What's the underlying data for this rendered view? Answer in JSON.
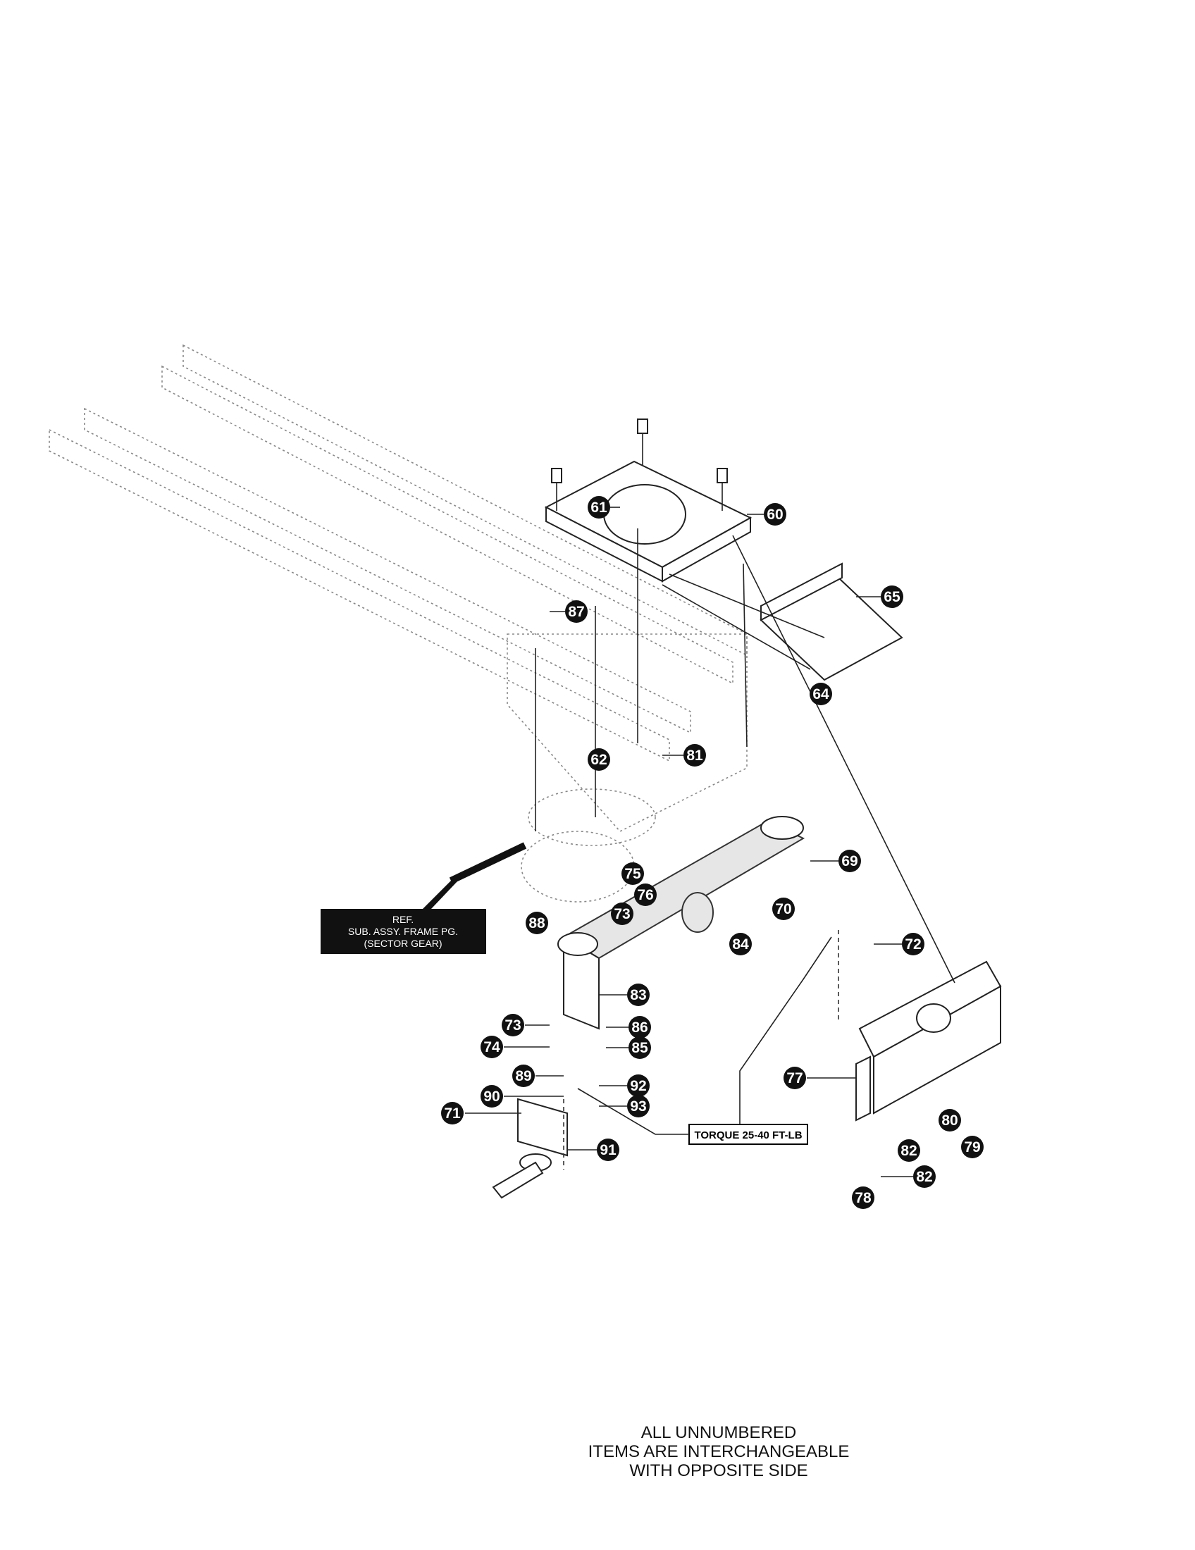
{
  "ref_box": {
    "line1": "REF.",
    "line2": "SUB. ASSY. FRAME PG.",
    "line3": "(SECTOR GEAR)"
  },
  "torque_label": "TORQUE 25-40 FT-LB",
  "footer": {
    "line1": "ALL UNNUMBERED",
    "line2": "ITEMS ARE INTERCHANGEABLE",
    "line3": "WITH OPPOSITE SIDE"
  },
  "callouts": {
    "c60": "60",
    "c61": "61",
    "c62": "62",
    "c64": "64",
    "c65": "65",
    "c69": "69",
    "c70": "70",
    "c71": "71",
    "c72": "72",
    "c73a": "73",
    "c73b": "73",
    "c74": "74",
    "c75": "75",
    "c76": "76",
    "c77": "77",
    "c78": "78",
    "c79": "79",
    "c80": "80",
    "c81": "81",
    "c82a": "82",
    "c82b": "82",
    "c83": "83",
    "c84": "84",
    "c85": "85",
    "c86": "86",
    "c87": "87",
    "c88": "88",
    "c89": "89",
    "c90": "90",
    "c91": "91",
    "c92": "92",
    "c93": "93"
  }
}
